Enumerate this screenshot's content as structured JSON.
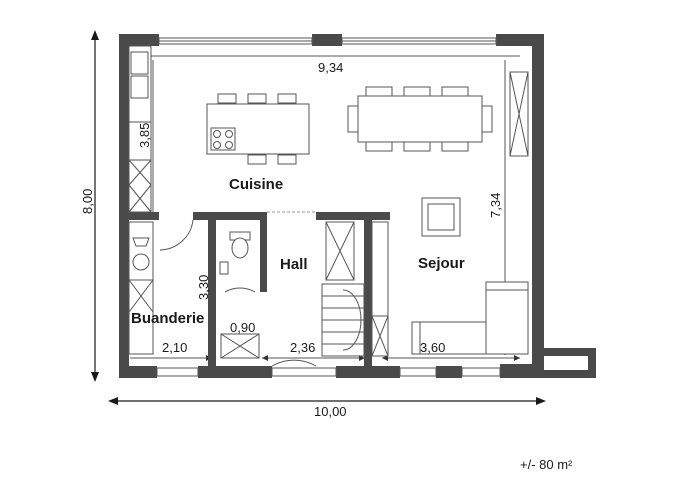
{
  "rooms": {
    "cuisine": "Cuisine",
    "hall": "Hall",
    "sejour": "Sejour",
    "buanderie": "Buanderie"
  },
  "dimensions": {
    "inner_width": "9,34",
    "kitchen_depth": "3,85",
    "overall_depth": "8,00",
    "living_depth": "7,34",
    "laundry_depth": "3,30",
    "wc_width": "0,90",
    "laundry_width": "2,10",
    "hall_width": "2,36",
    "living_width": "3,60",
    "overall_width": "10,00"
  },
  "area": "+/- 80 m²"
}
